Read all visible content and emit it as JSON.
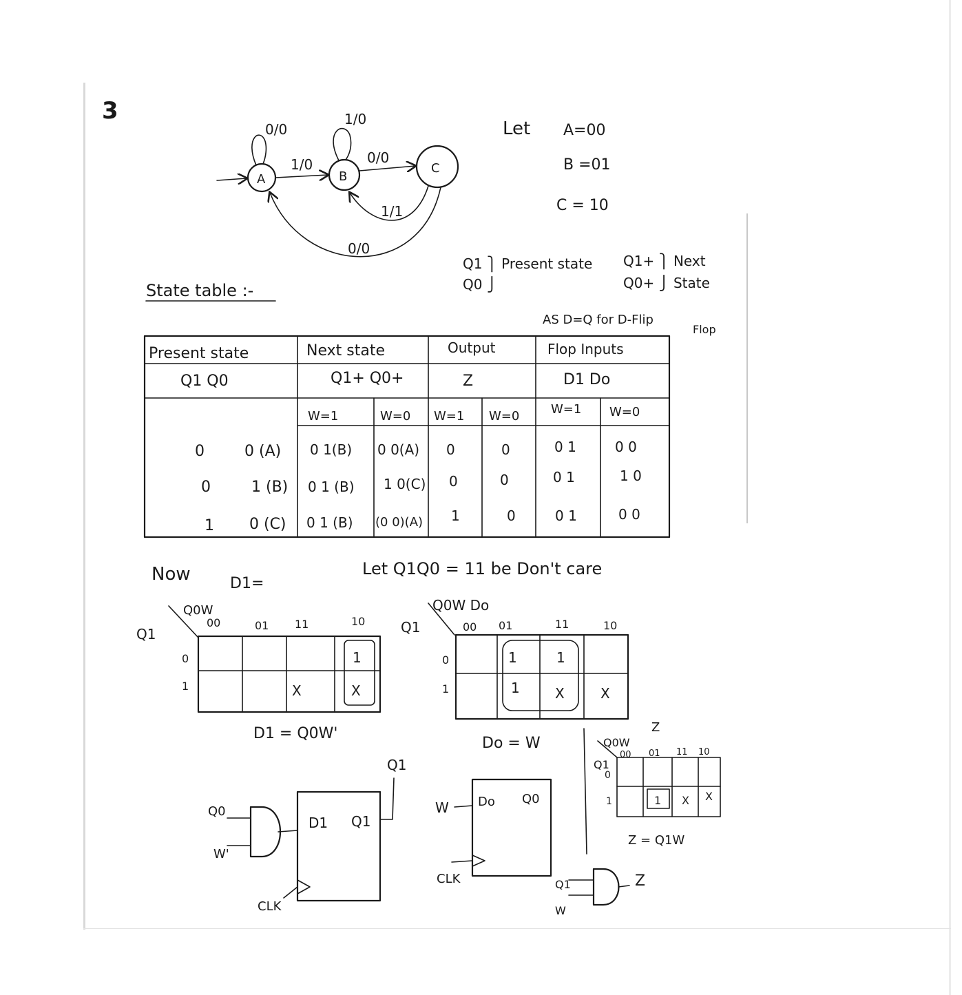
{
  "problem": {
    "number": "3"
  },
  "state_diagram": {
    "states": [
      "A",
      "B",
      "C"
    ],
    "labels": {
      "a_self": "0/0",
      "b_self": "1/0",
      "a_to_b": "1/0",
      "b_to_c": "0/0",
      "c_to_b": "1/1",
      "c_to_a": "0/0"
    }
  },
  "assignment": {
    "let": "Let",
    "lines": [
      "A=00",
      "B =01",
      "C = 10"
    ]
  },
  "state_note": {
    "present": "Q1 ⎫ Present state",
    "present2": "Q0 ⎭",
    "next": "Q1+ ⎫ Next",
    "next2": "Q0+ ⎭ State",
    "d_note": "AS D=Q for D-Flip",
    "d_note2": "Flop"
  },
  "state_table": {
    "heading": "State table :-",
    "headers": [
      "Present state",
      "Next state",
      "Output",
      "Flop Inputs"
    ],
    "subheaders": [
      "Q1  Q0",
      "Q1+ Q0+",
      "Z",
      "D1  Do"
    ],
    "conditions": [
      "W=1",
      "W=0",
      "W=1",
      "W=0",
      "W=1",
      "W=0"
    ],
    "rows": [
      {
        "q1": "0",
        "q0": "0 (A)",
        "ns_w1": "0  1(B)",
        "ns_w0": "0  0(A)",
        "z_w1": "0",
        "z_w0": "0",
        "d_w1": "0  1",
        "d_w0": "0  0"
      },
      {
        "q1": "0",
        "q0": "1 (B)",
        "ns_w1": "0 1 (B)",
        "ns_w0": "1 0(C)",
        "z_w1": "0",
        "z_w0": "0",
        "d_w1": "0  1",
        "d_w0": "1  0"
      },
      {
        "q1": "1",
        "q0": "0 (C)",
        "ns_w1": "0 1 (B)",
        "ns_w0": "(0 0)(A)",
        "z_w1": "1",
        "z_w0": "0",
        "d_w1": "0  1",
        "d_w0": "0  0"
      }
    ]
  },
  "kmaps": {
    "now": "Now",
    "dont_care": "Let  Q1Q0 = 11  be Don't care",
    "d1": {
      "title": "D1=",
      "row_var": "Q1",
      "col_var": "Q0W",
      "cols": [
        "00",
        "01",
        "11",
        "10"
      ],
      "rows": [
        "0",
        "1"
      ],
      "cells": [
        [
          "",
          "",
          "",
          "1"
        ],
        [
          "",
          "",
          "X",
          "X"
        ]
      ],
      "result": "D1 = Q0W'"
    },
    "d0": {
      "title": "Q0W Do",
      "row_var": "Q1",
      "cols": [
        "00",
        "01",
        "11",
        "10"
      ],
      "rows": [
        "0",
        "1"
      ],
      "cells": [
        [
          "",
          "1",
          "1",
          ""
        ],
        [
          "",
          "1",
          "X",
          "X"
        ]
      ],
      "result": "Do = W"
    },
    "z": {
      "title": "Z",
      "row_var": "Q1",
      "col_var": "Q0W",
      "cols": [
        "00",
        "01",
        "11",
        "10"
      ],
      "rows": [
        "0",
        "1"
      ],
      "cells": [
        [
          "",
          "",
          "",
          ""
        ],
        [
          "",
          "1",
          "X",
          "X"
        ]
      ],
      "result": "Z = Q1W"
    }
  },
  "circuit": {
    "d1_ff": {
      "d": "D1",
      "q": "Q1",
      "out": "Q1",
      "in_a": "Q0",
      "in_b": "W'",
      "clk": "CLK"
    },
    "d0_ff": {
      "d": "Do",
      "q": "Q0",
      "in": "W",
      "clk": "CLK"
    },
    "z_gate": {
      "in_a": "Q1",
      "in_b": "W",
      "out": "Z"
    }
  }
}
